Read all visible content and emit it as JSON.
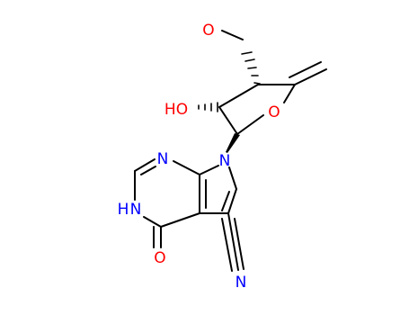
{
  "molecule": {
    "atom_labels": {
      "methoxy_oxygen": "O",
      "hydroxyl": "HO",
      "ring_oxygen": "O",
      "n7": "N",
      "n1": "N",
      "nh3": "N",
      "h3": "H",
      "carbonyl_oxygen": "O",
      "nitrile_nitrogen": "N"
    },
    "colors": {
      "bond": "#000000",
      "oxygen": "#ff0000",
      "nitrogen": "#0000ff",
      "carbon": "#000000"
    }
  }
}
